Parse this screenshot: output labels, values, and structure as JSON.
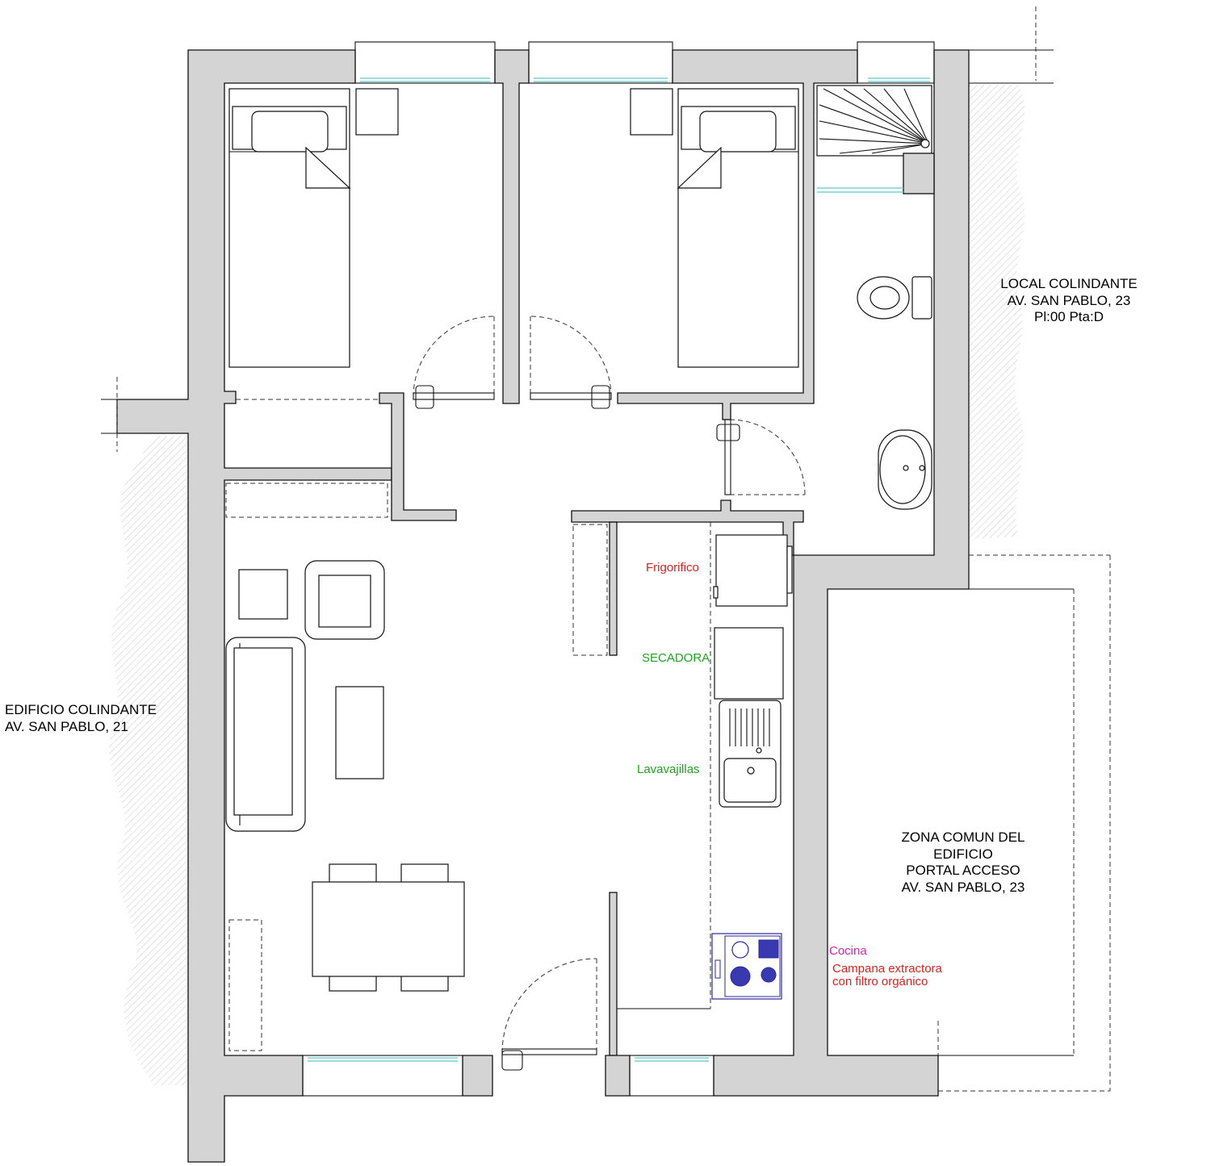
{
  "labels": {
    "local_colindante": "LOCAL COLINDANTE\nAV. SAN PABLO, 23\nPl:00 Pta:D",
    "edificio_colindante": "EDIFICIO COLINDANTE\nAV. SAN PABLO, 21",
    "zona_comun": "ZONA COMUN DEL\nEDIFICIO\nPORTAL ACCESO\nAV. SAN PABLO, 23",
    "frigorifico": "Frigorifico",
    "secadora": "SECADORA",
    "lavavajillas": "Lavavajillas",
    "cocina": "Cocina",
    "campana": "Campana extractora\ncon filtro orgánico"
  },
  "colors": {
    "wall_fill": "#d4d4d4",
    "line": "#111111",
    "frigorifico": "#e0201e",
    "secadora": "#1ea51e",
    "lavavajillas": "#1ea51e",
    "cocina": "#e020c0",
    "campana": "#e0201e",
    "hob": "#2a2aa0",
    "glass": "#5fc8c8"
  }
}
